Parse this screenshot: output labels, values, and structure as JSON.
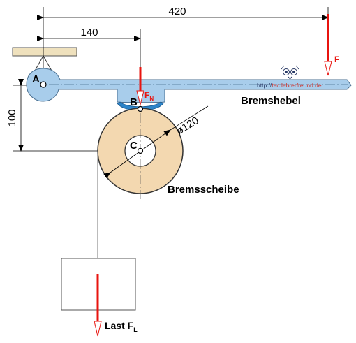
{
  "dimensions": {
    "width_total": "420",
    "width_ab": "140",
    "height": "100",
    "diameter": "ø120"
  },
  "points": {
    "a": "A",
    "b": "B",
    "c": "C"
  },
  "forces": {
    "f": "F",
    "fn_main": "F",
    "fn_sub": "N",
    "load_main": "Last F",
    "load_sub": "L"
  },
  "parts": {
    "lever": "Bremshebel",
    "disc": "Bremsscheibe"
  },
  "watermark": {
    "prefix": "http://",
    "domain": "tec.lehrerfreund.de"
  },
  "colors": {
    "lever": "#a8cdeb",
    "disc": "#f3d8b0",
    "force": "#e8140f",
    "brake_pad": "#2c84c9",
    "ceiling": "#efe1bd"
  }
}
